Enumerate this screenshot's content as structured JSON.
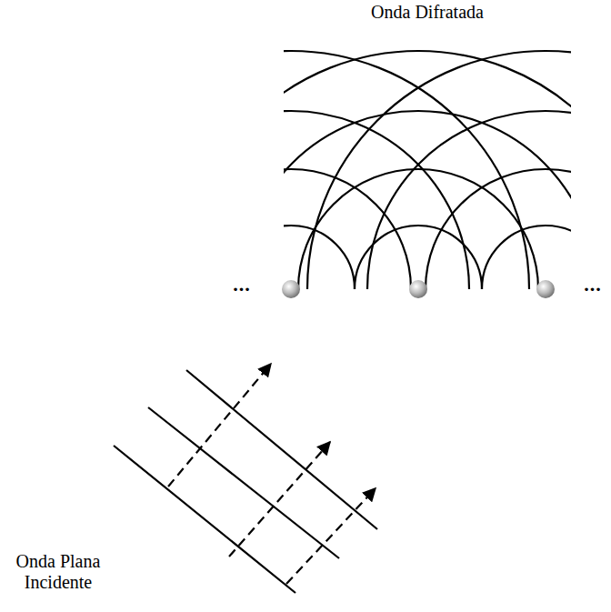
{
  "diagram": {
    "labels": [
      "Onda Difratada",
      "...",
      "...",
      "Onda Plana Incidente"
    ]
  }
}
